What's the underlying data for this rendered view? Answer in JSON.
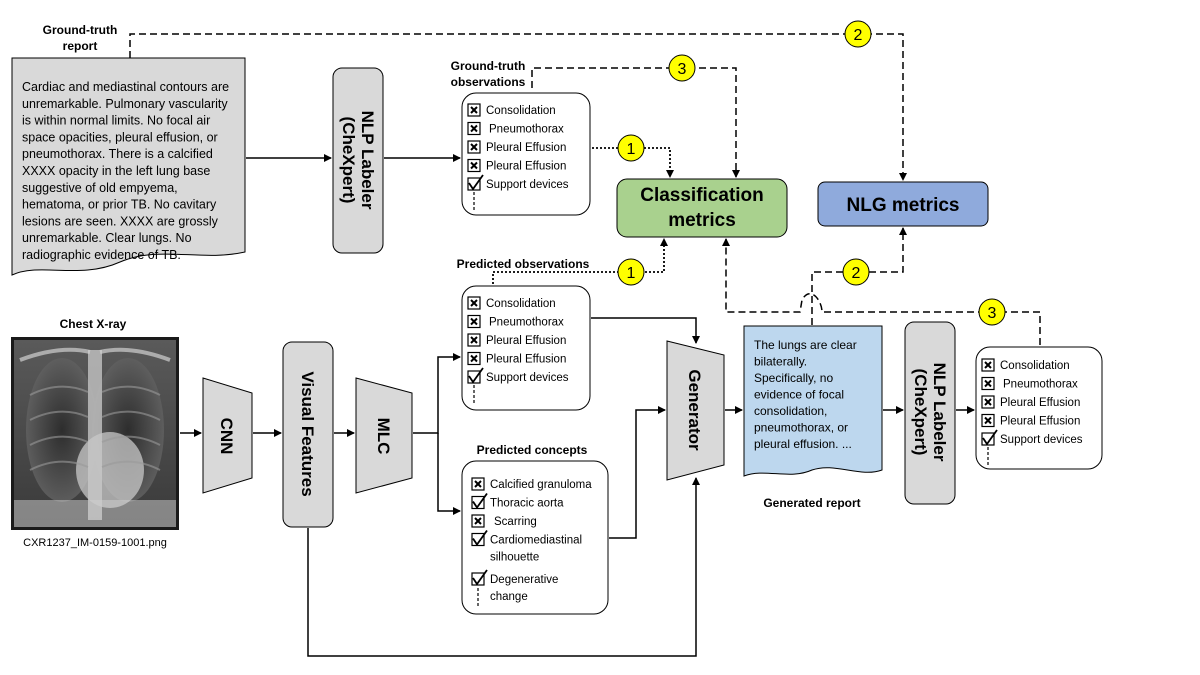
{
  "ground_truth_report": {
    "title_lines": [
      "Ground-truth",
      "report"
    ],
    "text_lines": [
      "Cardiac and mediastinal contours are",
      "unremarkable. Pulmonary vascularity",
      "is within normal limits. No focal air",
      "space opacities, pleural effusion, or",
      "pneumothorax. There is a calcified",
      "XXXX opacity in the left lung base",
      "suggestive of old empyema,",
      "hematoma, or prior TB. No cavitary",
      "lesions are seen. XXXX are grossly",
      "unremarkable. Clear lungs. No",
      "radiographic evidence of TB."
    ]
  },
  "nlp_labeler": {
    "lines": [
      "NLP Labeler",
      "(CheXpert)"
    ]
  },
  "gt_observations": {
    "title_lines": [
      "Ground-truth",
      "observations"
    ],
    "items": [
      {
        "label": "Consolidation",
        "mark": "x"
      },
      {
        "label": "Pneumothorax",
        "mark": "x"
      },
      {
        "label": "Pleural Effusion",
        "mark": "x"
      },
      {
        "label": "Pleural Effusion",
        "mark": "x"
      },
      {
        "label": "Support devices",
        "mark": "check"
      }
    ]
  },
  "predicted_observations": {
    "title": "Predicted observations",
    "items": [
      {
        "label": "Consolidation",
        "mark": "x"
      },
      {
        "label": "Pneumothorax",
        "mark": "x"
      },
      {
        "label": "Pleural Effusion",
        "mark": "x"
      },
      {
        "label": "Pleural Effusion",
        "mark": "x"
      },
      {
        "label": "Support devices",
        "mark": "check"
      }
    ]
  },
  "generated_observations": {
    "items": [
      {
        "label": "Consolidation",
        "mark": "x"
      },
      {
        "label": "Pneumothorax",
        "mark": "x"
      },
      {
        "label": "Pleural Effusion",
        "mark": "x"
      },
      {
        "label": "Pleural Effusion",
        "mark": "x"
      },
      {
        "label": "Support devices",
        "mark": "check"
      }
    ]
  },
  "predicted_concepts": {
    "title": "Predicted concepts",
    "items": [
      {
        "lines": [
          "Calcified granuloma"
        ],
        "mark": "x"
      },
      {
        "lines": [
          "Thoracic aorta"
        ],
        "mark": "check"
      },
      {
        "lines": [
          "Scarring"
        ],
        "mark": "x"
      },
      {
        "lines": [
          "Cardiomediastinal",
          "silhouette"
        ],
        "mark": "check"
      },
      {
        "lines": [
          "Degenerative",
          "change"
        ],
        "mark": "check"
      }
    ]
  },
  "classification_metrics": {
    "lines": [
      "Classification",
      "metrics"
    ],
    "color": "#a9d18e"
  },
  "nlg_metrics": {
    "label": "NLG metrics",
    "color": "#8faadc"
  },
  "chest_xray": {
    "title": "Chest X-ray",
    "filename": "CXR1237_IM-0159-1001.png"
  },
  "cnn": {
    "label": "CNN"
  },
  "visual_features": {
    "label": "Visual Features"
  },
  "mlc": {
    "label": "MLC"
  },
  "generator": {
    "label": "Generator"
  },
  "generated_report": {
    "text_lines": [
      "The lungs are clear",
      "bilaterally.",
      "Specifically, no",
      "evidence of focal",
      "consolidation,",
      "pneumothorax, or",
      "pleural effusion. ..."
    ],
    "caption": "Generated report",
    "color": "#bdd7ee"
  },
  "badges": {
    "one": "1",
    "two": "2",
    "three": "3",
    "color": "#ffff00"
  },
  "colors": {
    "box_gray": "#d9d9d9"
  }
}
